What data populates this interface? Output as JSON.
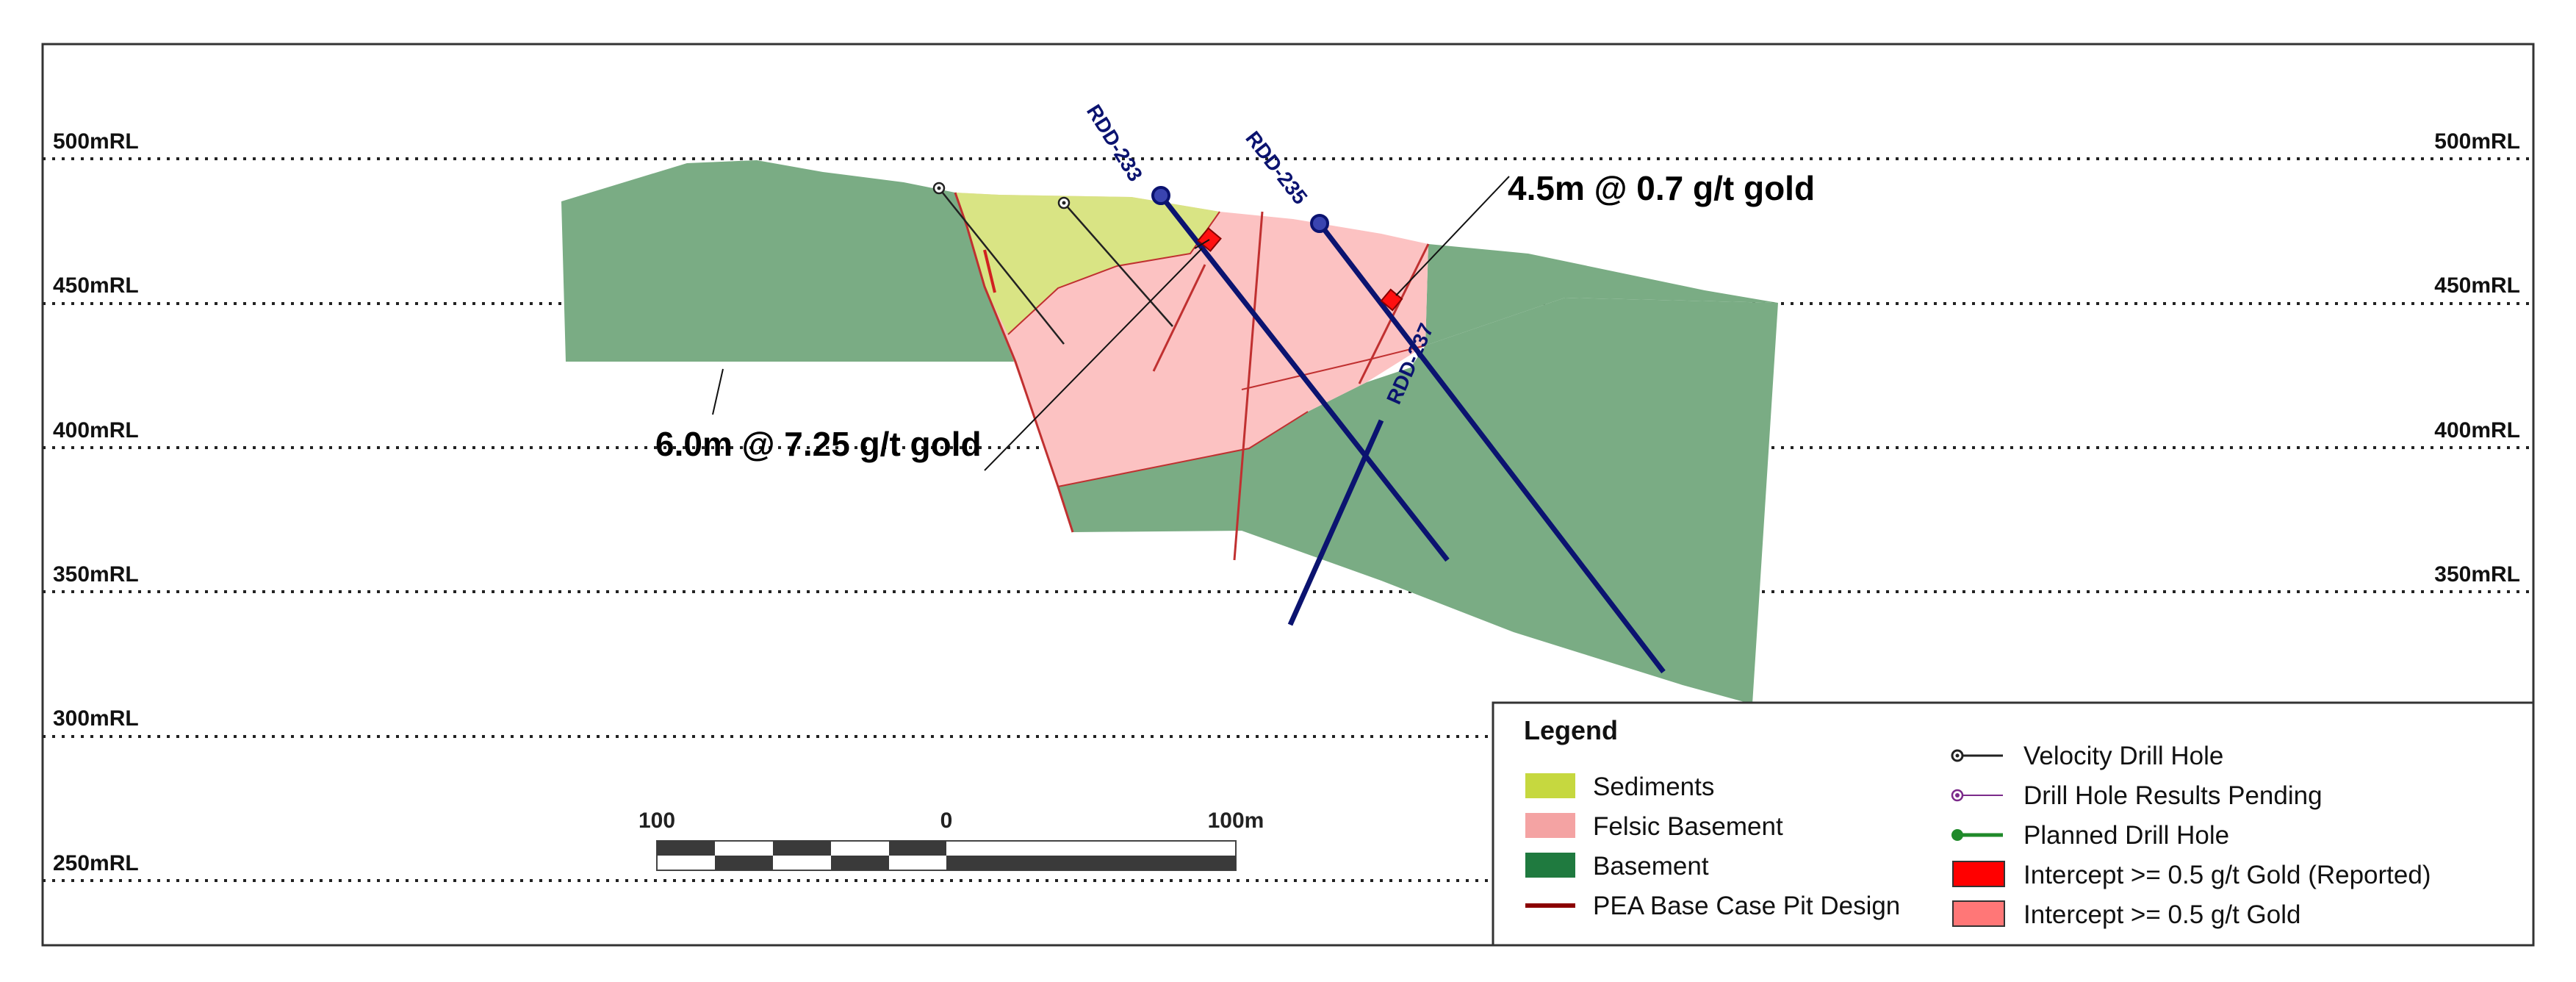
{
  "rl_levels": [
    {
      "label": "500mRL",
      "rl": 500
    },
    {
      "label": "450mRL",
      "rl": 450
    },
    {
      "label": "400mRL",
      "rl": 400
    },
    {
      "label": "350mRL",
      "rl": 350
    },
    {
      "label": "300mRL",
      "rl": 300
    },
    {
      "label": "250mRL",
      "rl": 250
    }
  ],
  "drill_holes": [
    {
      "id": "RDD-233",
      "label": "RDD-233"
    },
    {
      "id": "RDD-235",
      "label": "RDD-235"
    },
    {
      "id": "RDD-237",
      "label": "RDD-237"
    }
  ],
  "callouts": {
    "left": "6.0m @ 7.25 g/t gold",
    "right": "4.5m @ 0.7 g/t gold"
  },
  "scale_bar": {
    "left_label": "100",
    "center_label": "0",
    "right_label": "100m"
  },
  "legend": {
    "title": "Legend",
    "items_left": [
      {
        "label": "Sediments",
        "symbol": "swatch",
        "color": "#c6d83f"
      },
      {
        "label": "Felsic Basement",
        "symbol": "swatch",
        "color": "#f4a3a3"
      },
      {
        "label": "Basement",
        "symbol": "swatch",
        "color": "#1f7a3f"
      },
      {
        "label": "PEA Base Case Pit Design",
        "symbol": "line",
        "color": "#8b0000"
      }
    ],
    "items_right": [
      {
        "label": "Velocity Drill Hole",
        "symbol": "hole",
        "color": "#222222"
      },
      {
        "label": "Drill Hole Results Pending",
        "symbol": "hole-pending",
        "color": "#7b2a8a"
      },
      {
        "label": "Planned Drill Hole",
        "symbol": "hole-planned",
        "color": "#1f8a2a"
      },
      {
        "label": "Intercept >= 0.5 g/t Gold (Reported)",
        "symbol": "swatch-border",
        "color": "#ff0000"
      },
      {
        "label": "Intercept >= 0.5 g/t Gold",
        "symbol": "swatch-border",
        "color": "#ff7777"
      }
    ]
  },
  "colors": {
    "basement": "#7aac84",
    "felsic": "#fcc2c2",
    "sediments": "#d9e484",
    "drill_hole": "#0b1370",
    "pit": "#c03030",
    "intercept": "#ff1010"
  }
}
